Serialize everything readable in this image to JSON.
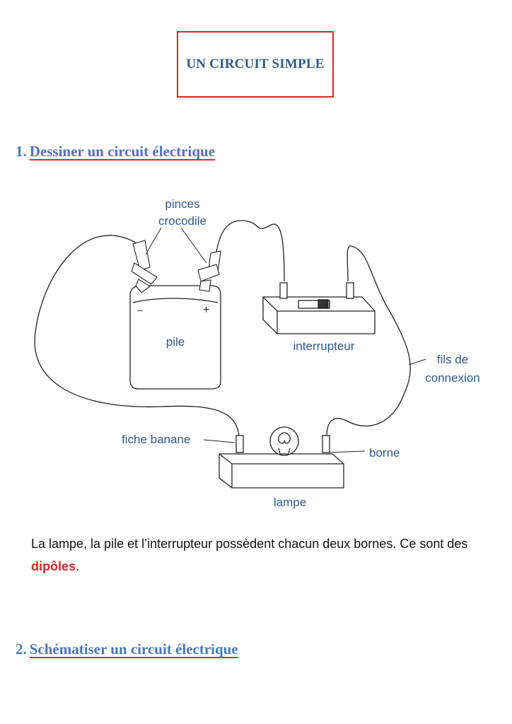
{
  "title": "UN CIRCUIT SIMPLE",
  "section1": {
    "number": "1.",
    "title": "Dessiner un circuit électrique"
  },
  "diagram": {
    "labels": {
      "pinces_line1": "pinces",
      "pinces_line2": "crocodile",
      "minus": "–",
      "plus": "+",
      "pile": "pile",
      "interrupteur": "interrupteur",
      "fils_line1": "fils de",
      "fils_line2": "connexion",
      "fiche_banane": "fiche banane",
      "borne": "borne",
      "lampe": "lampe"
    }
  },
  "paragraph": {
    "text_before": "La lampe, la pile et l’interrupteur possèdent chacun deux bornes. Ce sont des ",
    "highlight": "dipôles",
    "text_after": "."
  },
  "section2": {
    "number": "2.",
    "title": "Schématiser un circuit électrique"
  },
  "colors": {
    "title_border": "#e0262b",
    "heading": "#4a78b5",
    "label": "#2e5a8a",
    "highlight": "#e0262b"
  }
}
